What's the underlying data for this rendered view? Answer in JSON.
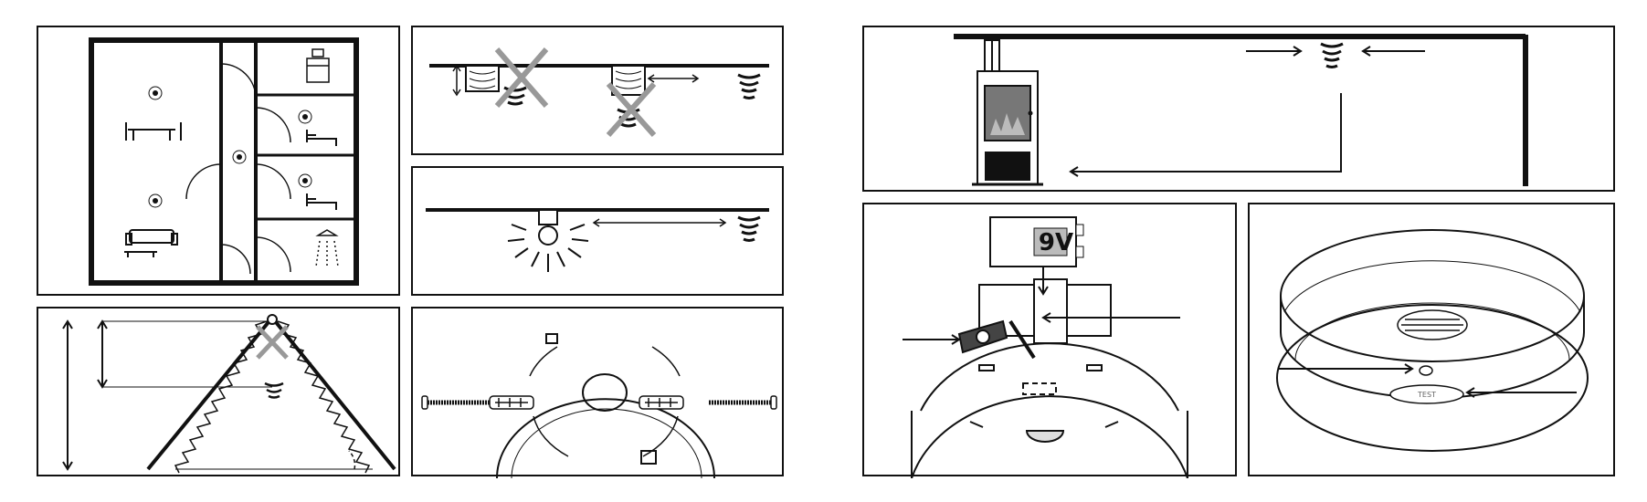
{
  "battery": {
    "label": "9V"
  },
  "test_button": {
    "label": "TEST"
  },
  "colors": {
    "line": "#111111",
    "cross": "#999999",
    "light_gray": "#dddddd",
    "fire": "#555555"
  },
  "icons": [
    "room-plan",
    "ceiling-beam",
    "ceiling-lamp",
    "pitched-roof",
    "mounting-plate",
    "stove",
    "battery-compartment",
    "detector-test-button"
  ]
}
